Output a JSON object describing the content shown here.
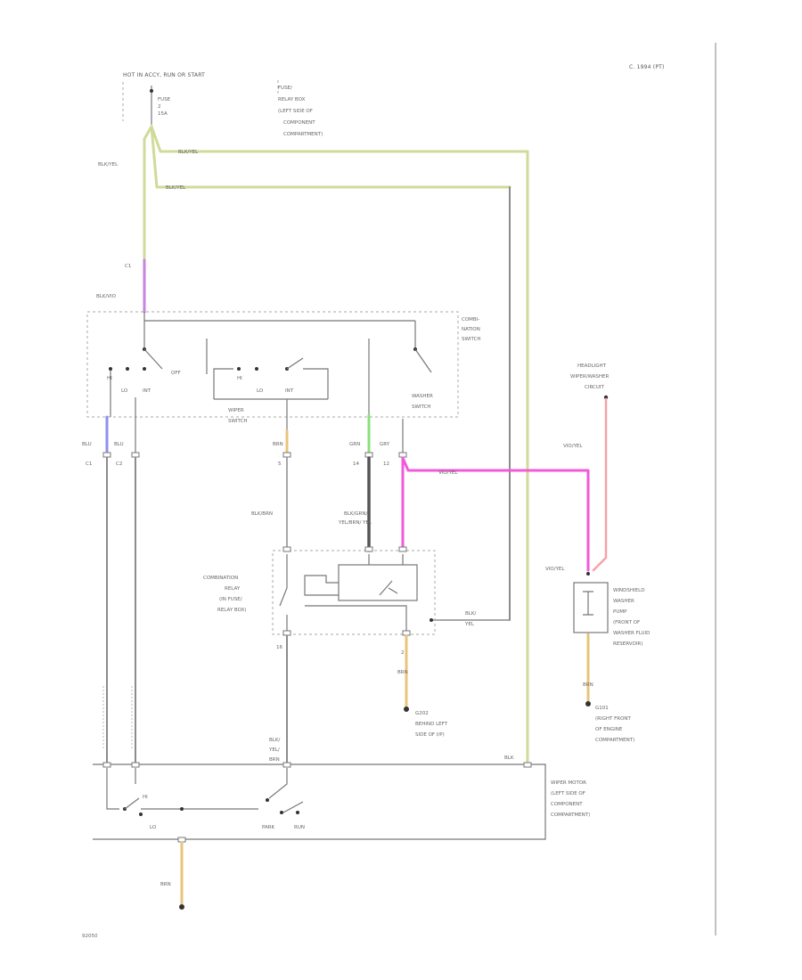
{
  "page": {
    "year_note": "C. 1994 (PT)",
    "figure_id": "92050"
  },
  "power": {
    "source": "HOT IN ACCY, RUN OR START",
    "fuse_line1": "FUSE",
    "fuse_line2": "2",
    "fuse_line3": "15A",
    "relay_box": [
      "FUSE/",
      "RELAY BOX",
      "(LEFT SIDE OF",
      "COMPONENT",
      "COMPARTMENT)"
    ]
  },
  "wires": {
    "blk_yel_1": "BLK/YEL",
    "blk_yel_2": "BLK/YEL",
    "blk_yel_3": "BLK/YEL",
    "blk_vio": "BLK/VIO",
    "blu_1": "BLU",
    "blu_2": "BLU",
    "brn": "BRN",
    "blk_brn": "BLK/BRN",
    "grn": "GRN",
    "gry": "GRY",
    "blk_grn_1": "BLK/GRN/",
    "blk_grn_2": "YEL/BRN/ YEL",
    "vio_yel_1": "VIO/YEL",
    "vio_yel_2": "VIO/YEL",
    "vio_yel_3": "VIO/YEL",
    "blk_yel_4": "BLK/",
    "blk_yel_5": "YEL",
    "brn_2": "BRN",
    "brn_3": "BRN",
    "brn_4": "BRN",
    "blk_ground_1": "BLK/",
    "blk_ground_2": "YEL/",
    "blk_ground_3": "BRN",
    "blk_top": "BLK"
  },
  "pins": {
    "c1": "C1",
    "c2": "C1",
    "c3": "C2",
    "p5": "5",
    "p14": "14",
    "p12": "12",
    "p16": "16",
    "p2": "2"
  },
  "combo_switch": {
    "label": [
      "COMBI-",
      "NATION",
      "SWITCH"
    ],
    "off_label": "OFF",
    "lo_label": "LO",
    "hi_label": "HI",
    "int_label": "INT",
    "hi_b": "HI",
    "lo_b": "LO",
    "int_b": "INT",
    "wiper_switch": [
      "WIPER",
      "SWITCH"
    ],
    "washer_switch": [
      "WASHER",
      "SWITCH"
    ]
  },
  "relay": {
    "label": [
      "COMBINATION",
      "RELAY",
      "(IN FUSE/",
      "RELAY BOX)"
    ]
  },
  "grounds": {
    "g202": [
      "G202",
      "BEHIND LEFT",
      "SIDE OF I/P)"
    ],
    "g101": [
      "G101",
      "(RIGHT FRONT",
      "OF ENGINE",
      "COMPARTMENT)"
    ],
    "g201": "BRN"
  },
  "washer": {
    "circuit": [
      "HEADLIGHT",
      "WIPER/WASHER",
      "CIRCUIT"
    ],
    "pump": [
      "WINDSHIELD",
      "WASHER",
      "PUMP",
      "(FRONT OF",
      "WASHER FLUID",
      "RESERVOIR)"
    ]
  },
  "motor": {
    "label": [
      "WIPER MOTOR",
      "(LEFT SIDE OF",
      "COMPONENT",
      "COMPARTMENT)"
    ],
    "park": "PARK",
    "run": "RUN",
    "hi": "HI",
    "lo": "LO"
  },
  "colors": {
    "yellow_green": "#cfdb98",
    "violet": "#c784e0",
    "pink": "#f25ad8",
    "light_pink": "#f6a3a8",
    "blue": "#8f8ff0",
    "green": "#8be07a",
    "orange": "#e8c47a",
    "gray": "#8c8c8c",
    "dark_gray": "#555555"
  }
}
